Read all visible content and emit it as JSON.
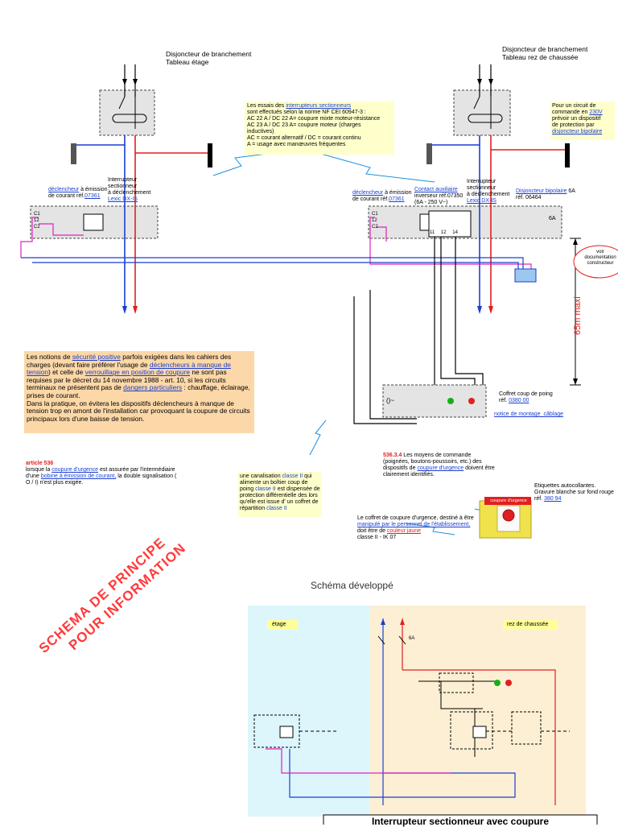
{
  "top_left": {
    "title_line1": "Disjoncteur de branchement",
    "title_line2": "Tableau  étage",
    "interrupteur_l1": "Interrupteur",
    "interrupteur_l2": "sectionneur",
    "interrupteur_l3": "à déclenchement",
    "interrupteur_link": "Lexic DX-IS",
    "declencheur_link": "déclencheur",
    "declencheur_rest1": " à émission",
    "declencheur_rest2": "de courant réf.",
    "declencheur_ref": "07361"
  },
  "top_right": {
    "title_line1": "Disjoncteur de branchement",
    "title_line2": "Tableau  rez de chaussée",
    "circuit_l1": "Pour un circuit de",
    "circuit_l2a": "commande en ",
    "circuit_voltage": "230V",
    "circuit_l3": "prévoir un dispositif",
    "circuit_l4": "de protection par",
    "circuit_link": "disjoncteur bipolaire",
    "declencheur_link": "déclencheur",
    "declencheur_rest1": " à émission",
    "declencheur_rest2": "de courant réf.",
    "declencheur_ref": "07361",
    "contact_link": "Contact auxiliaire",
    "contact_l2": "inverseur réf.07350",
    "contact_l3": "(6A - 250 V~)",
    "interrupteur_l1": "Interrupteur",
    "interrupteur_l2": "sectionneur",
    "interrupteur_l3": "à déclenchement",
    "interrupteur_link": "Lexic DX-IS",
    "disjoncteur_link": "Disjoncteur bipolaire",
    "disjoncteur_rating": " 6A",
    "disjoncteur_ref": "réf. 06464",
    "rating_label": "6A",
    "voir_l1": "voir",
    "voir_l2": "documentation",
    "voir_l3": "constructeur",
    "distance": "65m maxi"
  },
  "essais_box": {
    "l1a": "Les essais des ",
    "l1_link": "interrupteurs sectionneurs",
    "l2": "sont effectués selon la norme NF CEI 60947-3 :",
    "l3": "AC 22 A / DC 22 A= coupure mixte moteur-résistance",
    "l4": "AC 23 A / DC 23 A= coupure moteur (charges",
    "l5": "inductives)",
    "l6": "AC = courant alternatif / DC = courant continu",
    "l7": "A = usage avec manœuvres fréquentes"
  },
  "notions_box": {
    "p1a": "Les notions de ",
    "p1_link1": "sécurité positive",
    "p1b": " parfois exigées dans les cahiers des charges (devant faire préférer l'usage de ",
    "p1_link2": "déclencheurs à manque de tension",
    "p1c": ") et celle de ",
    "p1_link3": "verrouillage en position de coupure",
    "p1d": " ne sont pas requises par le décret du 14 novembre 1988 - art. 10, si les circuits terminaux ne présentent pas de ",
    "p1_link4": "dangers particuliers",
    "p1e": " : chauffage, éclairage, prises de courant.",
    "p2": "Dans la pratique, on évitera les dispositifs déclencheurs à manque de tension trop en amont de l'installation car provoquant la coupure de circuits principaux lors d'une baisse de tension."
  },
  "article": {
    "title": "article 536",
    "t1": "lorsque la ",
    "link1": "coupure d'urgence",
    "t2": " est assurée par l'intermédiaire d'une ",
    "link2": "bobine à émission de courant,",
    "t3": " la double signalisation ( O / I) n'est plus exigée."
  },
  "canalisation": {
    "t1": "une  canalisation ",
    "c1": "classe II",
    "t2": " qui alimente un boîtier coup de poing ",
    "c2": "classe II",
    "t3": " est dispensée de protection différentielle des lors qu'elle est issue d' un coffret de répartition ",
    "c3": "classe II"
  },
  "coffret": {
    "l1": "Coffret coup de poing",
    "ref_prefix": "réf. ",
    "ref_link": "0380 00",
    "notice_link": "notice de montage_câblage",
    "symbol": "()~"
  },
  "article_5363": {
    "num": "536.3.4",
    "t1": "  Les moyens de commande (poignées, boutons-poussoirs, etc.) des dispositifs de ",
    "link": "coupure d'urgence",
    "t2": " doivent être clairement identifiés."
  },
  "etiquettes": {
    "l1": "Etiquettes autocollantes.",
    "l2": "Gravure blanche sur fond rouge",
    "l3_prefix": "réf. ",
    "l3_link": "380 94"
  },
  "coffret_urgence": {
    "t1": "Le coffret de coupure d'urgence, destiné à être ",
    "link1": "manipulé par le personnel de l'établissement,",
    "t2": " doit être de ",
    "link2": "couleur jaune",
    "t3": "classe  II - IK 07",
    "label": "coupure d'urgence"
  },
  "watermark": {
    "l1": "SCHEMA DE PRINCIPE",
    "l2": "POUR INFORMATION"
  },
  "schema_title": "Schéma développé",
  "schema": {
    "etage": "étage",
    "rdc": "rez de chaussée",
    "rating": "6A",
    "c1": "C1",
    "c2": "C2",
    "n12": "12",
    "n11": "11",
    "n14": "14"
  },
  "bottom_caption": "Interrupteur sectionneur avec coupure",
  "colors": {
    "blue": "#1a3fd0",
    "red": "#e02020",
    "magenta": "#e020c0",
    "yellow_note": "#ffffcc",
    "orange_note": "#fcd8a8",
    "etage_bg": "#dcf6fc",
    "rdc_bg": "#fcefd4"
  }
}
